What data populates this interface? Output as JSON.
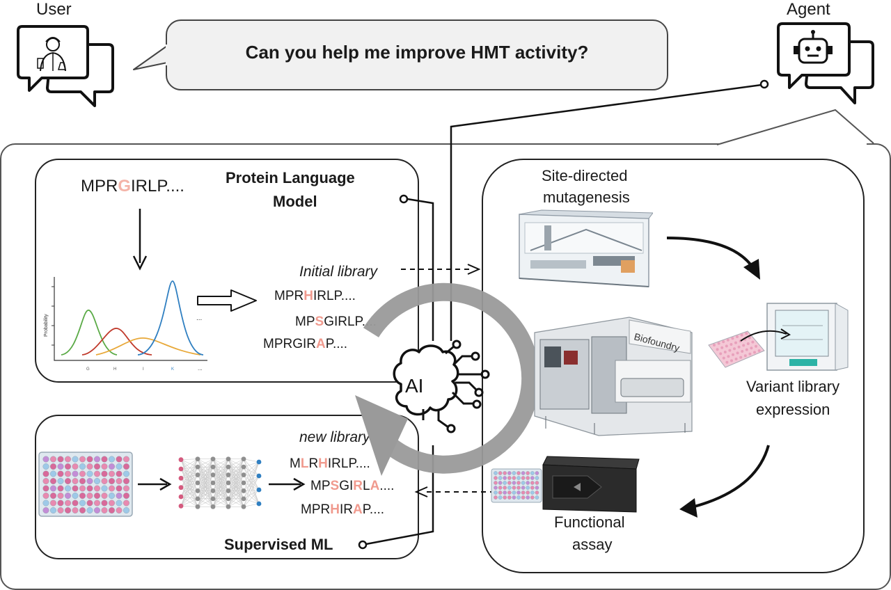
{
  "user": {
    "label": "User"
  },
  "agent": {
    "label": "Agent"
  },
  "prompt": {
    "text": "Can you help me improve HMT activity?"
  },
  "plm": {
    "title": "Protein Language Model",
    "title_line1": "Protein Language",
    "title_line2": "Model",
    "input_seq": {
      "pre": "MPR",
      "mut": "G",
      "post": "IRLP...."
    },
    "initial_library_label": "Initial library",
    "library": [
      {
        "pre": "MPR",
        "mut": "H",
        "post": "IRLP...."
      },
      {
        "pre": "MP",
        "mut": "S",
        "post": "GIRLP...."
      },
      {
        "pre": "MPRGIR",
        "mut": "A",
        "post": "P...."
      }
    ],
    "plot": {
      "ylabel": "Probability",
      "xticks": [
        "G",
        "H",
        "I",
        "K",
        "..."
      ],
      "ellipsis": "..."
    }
  },
  "sml": {
    "title": "Supervised ML",
    "new_library_label": "new library",
    "library": [
      {
        "parts": [
          [
            "M",
            ""
          ],
          [
            "L",
            "m"
          ],
          [
            "R",
            ""
          ],
          [
            "H",
            "m"
          ],
          [
            "IRLP....",
            ""
          ]
        ]
      },
      {
        "parts": [
          [
            "MP",
            ""
          ],
          [
            "S",
            "m"
          ],
          [
            "GI",
            ""
          ],
          [
            "R",
            "m"
          ],
          [
            "L",
            ""
          ],
          [
            "A",
            "m"
          ],
          [
            "....",
            ""
          ]
        ]
      },
      {
        "parts": [
          [
            "MPR",
            ""
          ],
          [
            "H",
            "m"
          ],
          [
            "IR",
            ""
          ],
          [
            "A",
            "m"
          ],
          [
            "P....",
            ""
          ]
        ]
      }
    ]
  },
  "ai": {
    "label": "AI"
  },
  "lab": {
    "site_directed": "Site-directed\nmutagenesis",
    "site_line1": "Site-directed",
    "site_line2": "mutagenesis",
    "biofoundry": "Biofoundry",
    "variant_line1": "Variant library",
    "variant_line2": "expression",
    "assay_line1": "Functional",
    "assay_line2": "assay"
  },
  "colors": {
    "mutation": "#f09a8e",
    "cycle_arrow": "#9a9a9a",
    "curve_green": "#5aaa46",
    "curve_red": "#c0392b",
    "curve_orange": "#e8a838",
    "curve_blue": "#2f7fc1"
  },
  "icons": [
    "user-chat-icon",
    "robot-chat-icon",
    "brain-circuit-icon",
    "liquid-handler-robot",
    "incubator",
    "plate-reader",
    "well-plate",
    "neural-network"
  ]
}
